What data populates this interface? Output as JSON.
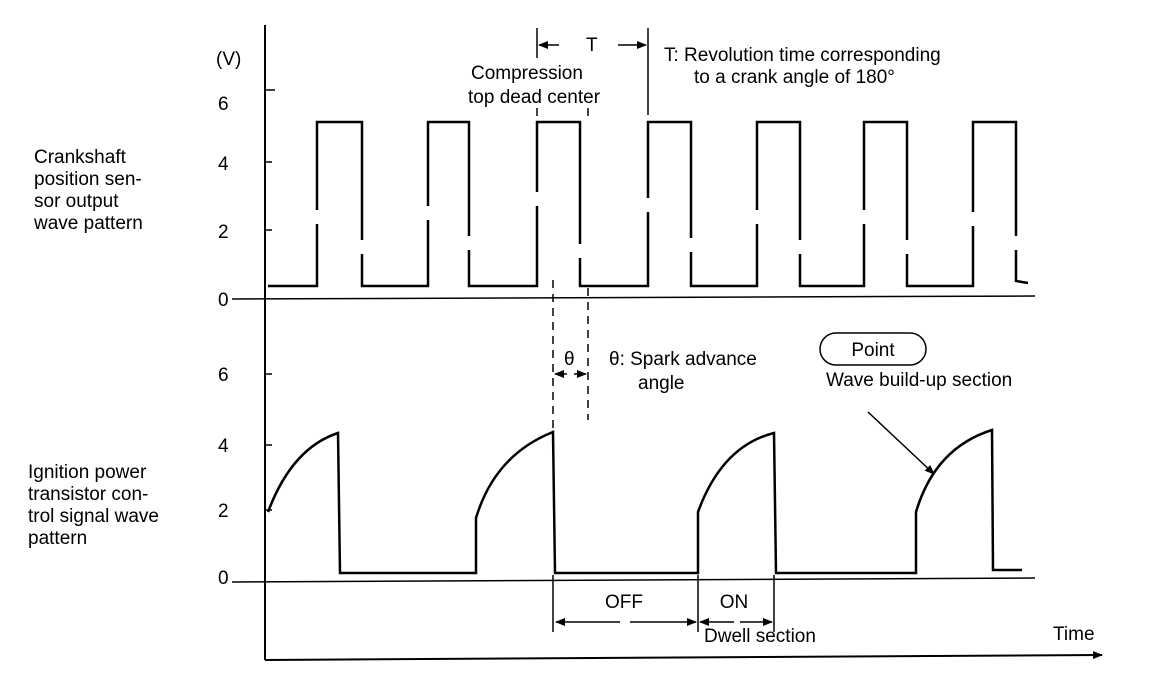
{
  "top_chart": {
    "unit": "(V)",
    "ticks": [
      "6",
      "4",
      "2",
      "0"
    ],
    "label_lines": [
      "Crankshaft",
      "position sen-",
      "sor output",
      "wave pattern"
    ]
  },
  "bottom_chart": {
    "ticks": [
      "6",
      "4",
      "2",
      "0"
    ],
    "label_lines": [
      "Ignition power",
      "transistor con-",
      "trol signal wave",
      "pattern"
    ]
  },
  "annotations": {
    "period_symbol": "T",
    "period_def_lines": [
      "T:  Revolution time corresponding",
      "to a crank angle of 180°"
    ],
    "compression_lines": [
      "Compression",
      "top dead center"
    ],
    "theta_symbol": "θ",
    "theta_def_lines": [
      "θ:  Spark advance",
      "angle"
    ],
    "point_badge": "Point",
    "point_text": "Wave build-up section",
    "off_label": "OFF",
    "on_label": "ON",
    "dwell_label": "Dwell section",
    "time_label": "Time"
  }
}
